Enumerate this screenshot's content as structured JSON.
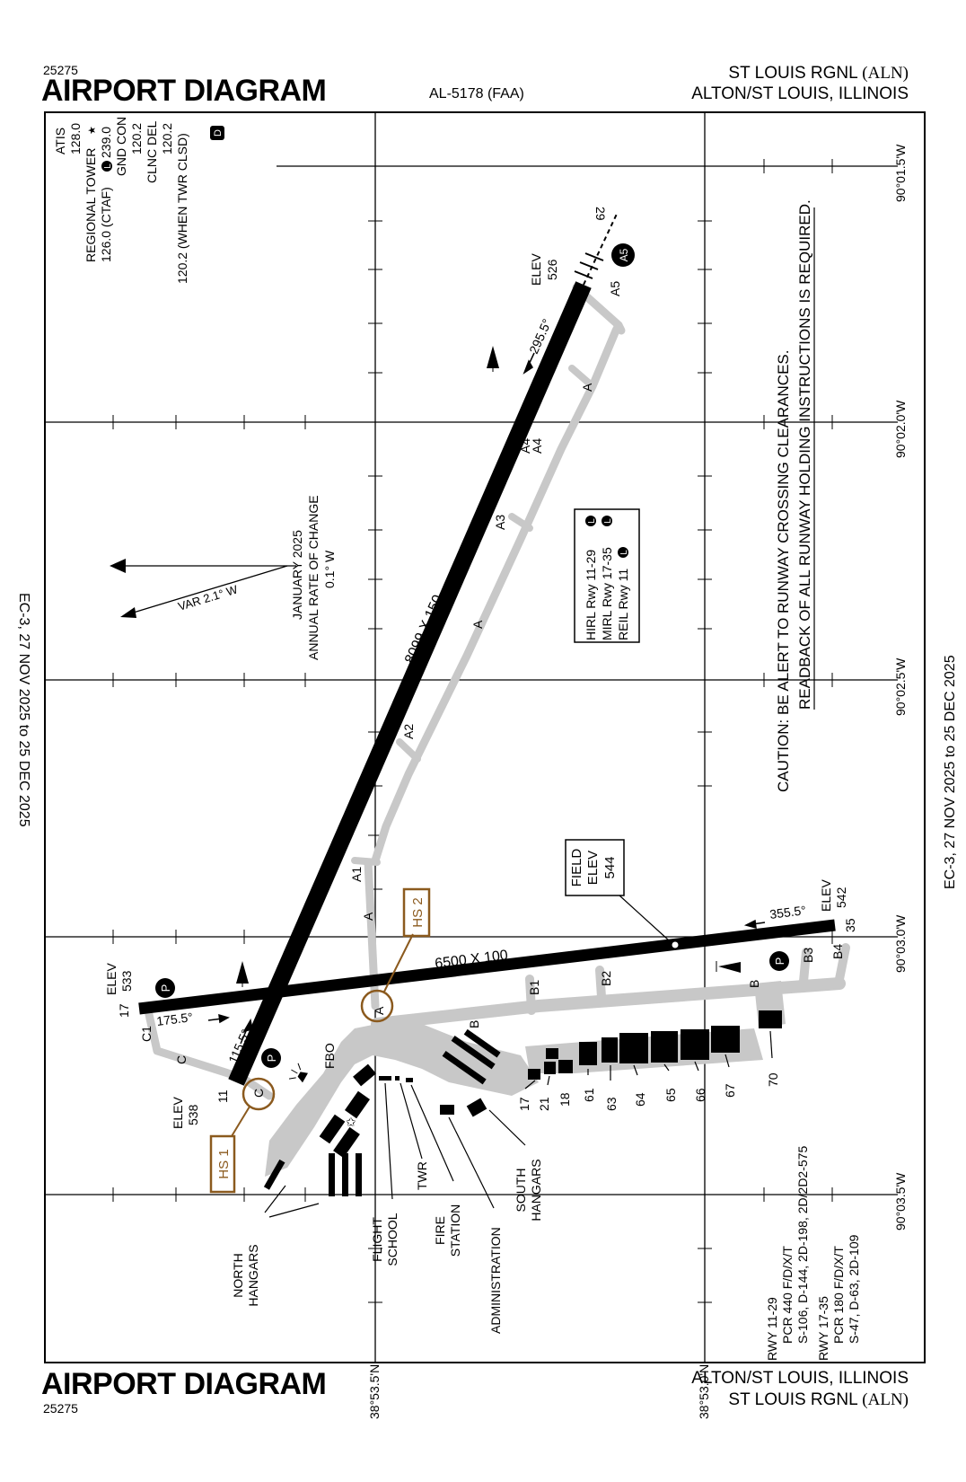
{
  "header": {
    "chart_number": "25275",
    "title": "AIRPORT DIAGRAM",
    "faa_code": "AL-5178 (FAA)",
    "airport_name": "ST LOUIS RGNL",
    "airport_id": "(ALN)",
    "city": "ALTON/ST LOUIS, ILLINOIS"
  },
  "footer": {
    "chart_number": "25275",
    "title": "AIRPORT DIAGRAM",
    "city": "ALTON/ST LOUIS, ILLINOIS",
    "airport_name": "ST LOUIS RGNL",
    "airport_id": "(ALN)"
  },
  "side_margins": {
    "left": "EC-3,  27 NOV 2025  to  25 DEC 2025",
    "right": "EC-3,  27 NOV 2025  to  25 DEC 2025"
  },
  "frequencies": {
    "atis_label": "ATIS",
    "atis": "128.0",
    "tower_label": "REGIONAL TOWER",
    "tower": "126.0 (CTAF)",
    "tower_alt": "239.0",
    "gnd_label": "GND CON",
    "gnd": "120.2",
    "clnc_label": "CLNC DEL",
    "clnc": "120.2 (WHEN TWR CLSD)",
    "l_symbol": "L",
    "d_symbol": "D"
  },
  "latitudes": [
    "38°53.5'N",
    "38°53.0'N"
  ],
  "longitudes": [
    "90°01.5'W",
    "90°02.0'W",
    "90°02.5'W",
    "90°03.0'W",
    "90°03.5'W"
  ],
  "magvar": {
    "var": "VAR 2.1°  W",
    "date": "JANUARY 2025",
    "rate_label": "ANNUAL RATE OF CHANGE",
    "rate": "0.1° W"
  },
  "runways": {
    "rwy_11_29": {
      "dimensions": "8099 X 150",
      "end_11": "11",
      "end_29": "29",
      "heading_11": "115.5°",
      "heading_29": "295.5°",
      "elev_11_label": "ELEV",
      "elev_11": "538",
      "elev_29_label": "ELEV",
      "elev_29": "526"
    },
    "rwy_17_35": {
      "dimensions": "6500 X 100",
      "end_17": "17",
      "end_35": "35",
      "heading_17": "175.5°",
      "heading_35": "355.5°",
      "elev_17_label": "ELEV",
      "elev_17": "533",
      "elev_35_label": "ELEV",
      "elev_35": "542"
    }
  },
  "field_elev": {
    "line1": "FIELD",
    "line2": "ELEV",
    "value": "544"
  },
  "lighting": {
    "line1": "HIRL Rwy 11-29",
    "line2": "MIRL Rwy 17-35",
    "line3": "REIL Rwy 11",
    "l_symbol": "L"
  },
  "caution": {
    "line1": "CAUTION: BE ALERT TO RUNWAY CROSSING CLEARANCES.",
    "line2": "READBACK OF ALL RUNWAY HOLDING INSTRUCTIONS IS REQUIRED."
  },
  "taxiways": {
    "A": "A",
    "A1": "A1",
    "A2": "A2",
    "A3": "A3",
    "A4": "A4",
    "A5": "A5",
    "B": "B",
    "B1": "B1",
    "B2": "B2",
    "B3": "B3",
    "B4": "B4",
    "C": "C",
    "C1": "C1"
  },
  "hot_spots": {
    "hs1": "HS 1",
    "hs2": "HS 2"
  },
  "parking": "P",
  "buildings": {
    "fbo": "FBO",
    "north_hangars_1": "NORTH",
    "north_hangars_2": "HANGARS",
    "flight_school_1": "FLIGHT",
    "flight_school_2": "SCHOOL",
    "twr": "TWR",
    "fire_1": "FIRE",
    "fire_2": "STATION",
    "administration": "ADMINISTRATION",
    "south_hangars_1": "SOUTH",
    "south_hangars_2": "HANGARS"
  },
  "hangar_numbers": [
    "17",
    "21",
    "18",
    "61",
    "63",
    "64",
    "65",
    "66",
    "67",
    "70"
  ],
  "pavement": {
    "rwy1": "RWY 11-29",
    "rwy1_pcr": "PCR 440 F/D/X/T",
    "rwy1_strength": "S-106, D-144, 2D-198, 2D/2D2-575",
    "rwy2": "RWY 17-35",
    "rwy2_pcr": "PCR 180 F/D/X/T",
    "rwy2_strength": "S-47, D-63, 2D-109"
  }
}
